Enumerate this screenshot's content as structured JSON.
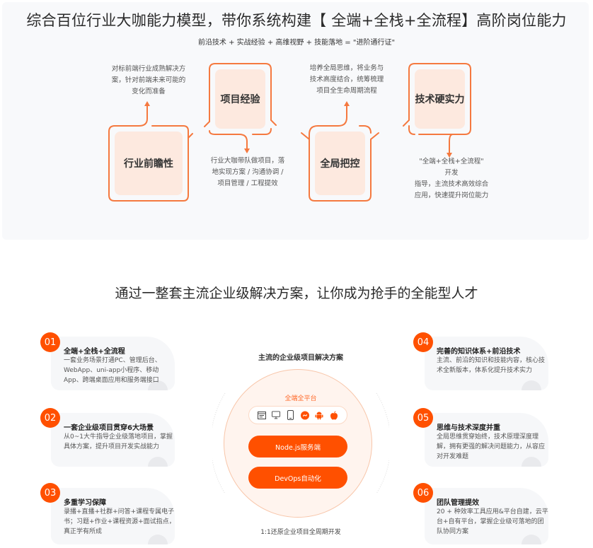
{
  "header": {
    "title": "综合百位行业大咖能力模型，带你系统构建【 全端+全栈+全流程】高阶岗位能力",
    "subtitle": "前沿技术 + 实战经验 + 高维视野 + 技能落地 = \"进阶通行证\""
  },
  "flow": {
    "nodes": [
      {
        "label": "行业前瞻性"
      },
      {
        "label": "项目经验"
      },
      {
        "label": "全局把控"
      },
      {
        "label": "技术硬实力"
      }
    ],
    "notes": [
      {
        "lines": [
          "对标前端行业成熟解决方",
          "案，针对前端未来可能的",
          "变化而准备"
        ]
      },
      {
        "lines": [
          "行业大咖带队做项目，落",
          "地实现方案 / 沟通协调 /",
          "项目管理 / 工程提效"
        ]
      },
      {
        "lines": [
          "培养全局思维，将业务与",
          "技术高度结合，统筹梳理",
          "项目全生命周期流程"
        ]
      },
      {
        "lines": [
          "\"全端+全栈+全流程\"",
          "开发",
          "指导，主流技术高效综合",
          "应用，快速提升岗位能力"
        ]
      }
    ],
    "accent_color": "#f5793f",
    "node_bg": "#fde9df"
  },
  "section": {
    "title": "通过一整套主流企业级解决方案，让你成为抢手的全能型人才"
  },
  "features": [
    {
      "number": "01",
      "title": "全端+全栈+全流程",
      "desc": "一套业务场景打通PC、管理后台、WebApp、uni-app小程序、移动App、跨端桌面应用和服务端接口"
    },
    {
      "number": "02",
      "title": "一套企业级项目贯穿6大场景",
      "desc": "从0~1大牛指导企业级落地项目，掌握具体方案，提升项目开发实战能力"
    },
    {
      "number": "03",
      "title": "多重学习保障",
      "desc": "录播+直播+社群+问答+课程专属电子书；习题+作业+课程资源+面试指点，真正学有所成"
    },
    {
      "number": "04",
      "title": "完善的知识体系+前沿技术",
      "desc": "主流、前沿的知识和技能内容，核心技术全新版本，体系化提升技术实力"
    },
    {
      "number": "05",
      "title": "思维与技术深度并重",
      "desc": "全局思维贯穿始终，技术原理深度理解，拥有更强的解决问题能力，从容应对开发难题"
    },
    {
      "number": "06",
      "title": "团队管理提效",
      "desc": "20 + 种效率工具应用&平台自建，云平台+自有平台，掌握企业级可落地的团队协同方案"
    }
  ],
  "center": {
    "title": "主流的企业级项目解决方案",
    "platform_label": "全端全平台",
    "platform_icons": [
      "browser-icon",
      "desktop-icon",
      "mobile-icon",
      "miniprogram-icon",
      "android-icon",
      "apple-icon"
    ],
    "pills": [
      "Node.js服务端",
      "DevOps自动化"
    ],
    "footer": "1:1还原企业项目全周期开发",
    "accent_color": "#ff5000"
  }
}
